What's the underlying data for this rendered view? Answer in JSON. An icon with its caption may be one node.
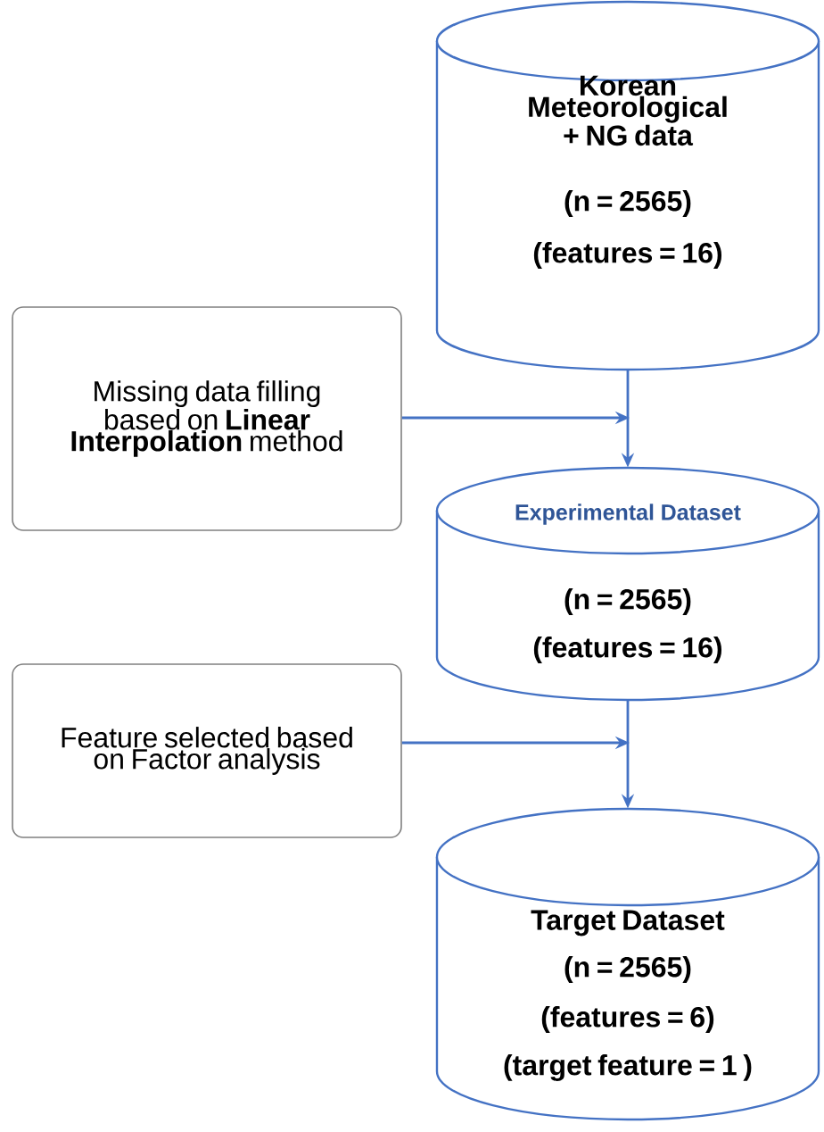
{
  "diagram": {
    "nodes": [
      {
        "text": [
          "Korean Meteorological + NG data",
          "(n = 2565)",
          "(features = 16)"
        ]
      },
      {
        "text": [
          "Missing data filling based on **Linear Interpolation** method"
        ]
      },
      {
        "text": [
          "Experimental Dataset",
          "(n = 2565)",
          "(features = 16)"
        ]
      },
      {
        "text": [
          "Feature selected based on Factor analysis"
        ]
      },
      {
        "text": [
          "Target Dataset",
          "(n = 2565)",
          "(features = 6)",
          "(target feature = 1 )"
        ]
      }
    ],
    "edges": [
      {
        "from": 0,
        "to": 2,
        "arrow": "to"
      },
      {
        "from": 1,
        "to": null,
        "arrow": "to"
      },
      {
        "from": 2,
        "to": 4,
        "arrow": "to"
      },
      {
        "from": 3,
        "to": null,
        "arrow": "to"
      }
    ]
  }
}
